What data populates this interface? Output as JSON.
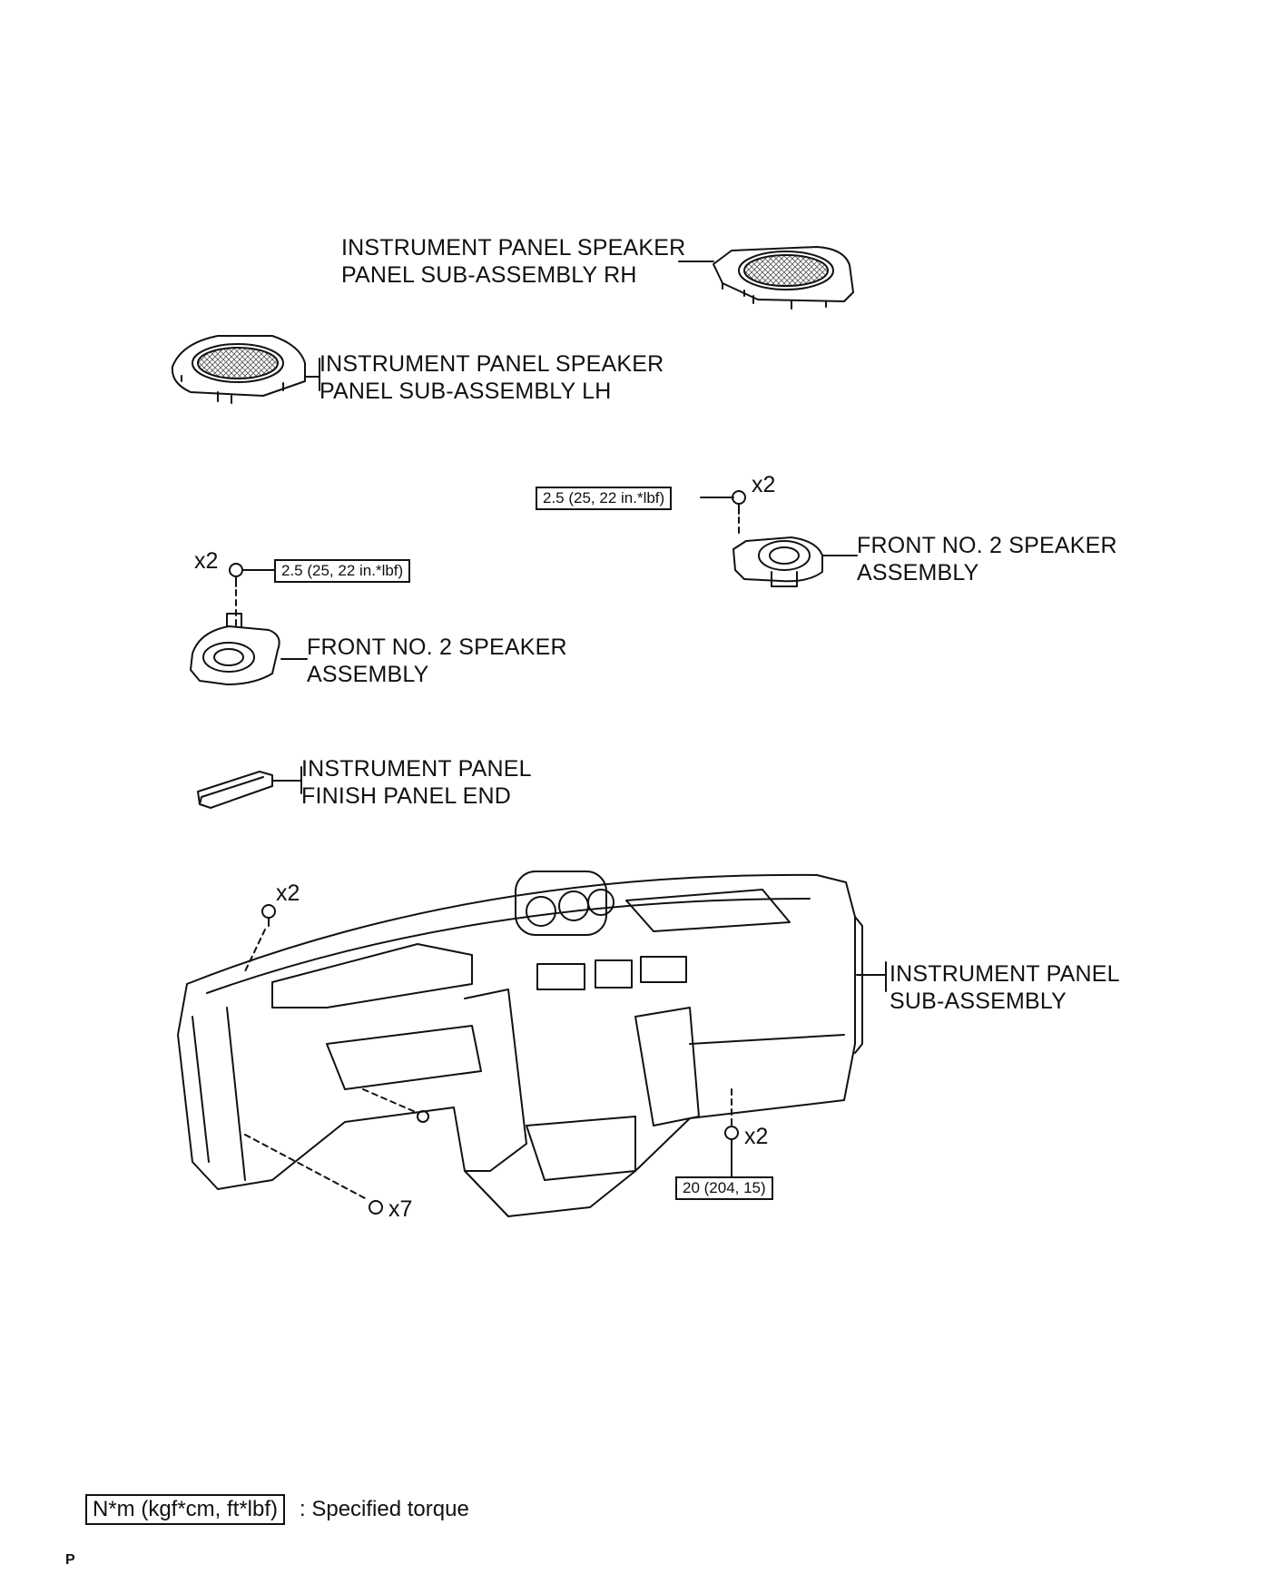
{
  "parts": {
    "rh_speaker_panel": [
      "INSTRUMENT PANEL SPEAKER",
      "PANEL SUB-ASSEMBLY RH"
    ],
    "lh_speaker_panel": [
      "INSTRUMENT PANEL SPEAKER",
      "PANEL SUB-ASSEMBLY LH"
    ],
    "speaker_right": [
      "FRONT NO. 2 SPEAKER",
      "ASSEMBLY"
    ],
    "speaker_left": [
      "FRONT NO. 2 SPEAKER",
      "ASSEMBLY"
    ],
    "finish_panel_end": [
      "INSTRUMENT PANEL",
      "FINISH PANEL END"
    ],
    "instrument_panel": [
      "INSTRUMENT PANEL",
      "SUB-ASSEMBLY"
    ]
  },
  "torques": {
    "speaker_right": "2.5 (25, 22 in.*lbf)",
    "speaker_left": "2.5 (25, 22 in.*lbf)",
    "panel_bolts": "20 (204, 15)"
  },
  "quantities": {
    "speaker_right_screws": "x2",
    "speaker_left_screws": "x2",
    "panel_top_bolts": "x2",
    "panel_lower_bolts": "x7",
    "panel_center_bolts": "x2"
  },
  "legend": {
    "box": "N*m (kgf*cm, ft*lbf)",
    "text": ": Specified torque"
  },
  "page_mark": "P"
}
